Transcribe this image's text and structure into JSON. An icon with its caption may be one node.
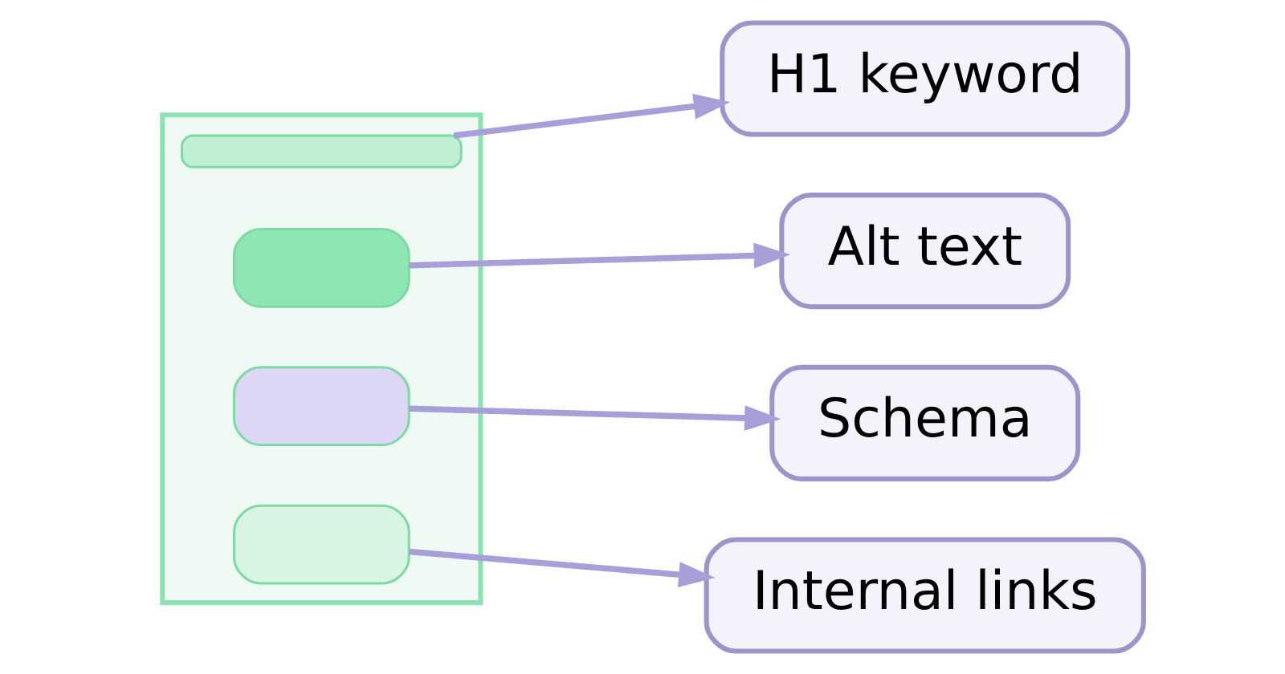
{
  "diagram": {
    "nodes": [
      {
        "text": [],
        "shape": "box"
      },
      {
        "text": [],
        "shape": "bar",
        "in": 0
      },
      {
        "text": [],
        "shape": "box",
        "in": 0
      },
      {
        "text": [],
        "shape": "box",
        "in": 0
      },
      {
        "text": [],
        "shape": "box",
        "in": 0
      },
      {
        "text": [
          "H1 keyword"
        ]
      },
      {
        "text": [
          "Alt text"
        ]
      },
      {
        "text": [
          "Schema"
        ]
      },
      {
        "text": [
          "Internal links"
        ]
      }
    ],
    "edges": [
      {
        "from": 1,
        "to": 5,
        "arrow": "to"
      },
      {
        "from": 2,
        "to": 6,
        "arrow": "to"
      },
      {
        "from": 3,
        "to": 7,
        "arrow": "to"
      },
      {
        "from": 4,
        "to": 8,
        "arrow": "to"
      }
    ]
  }
}
